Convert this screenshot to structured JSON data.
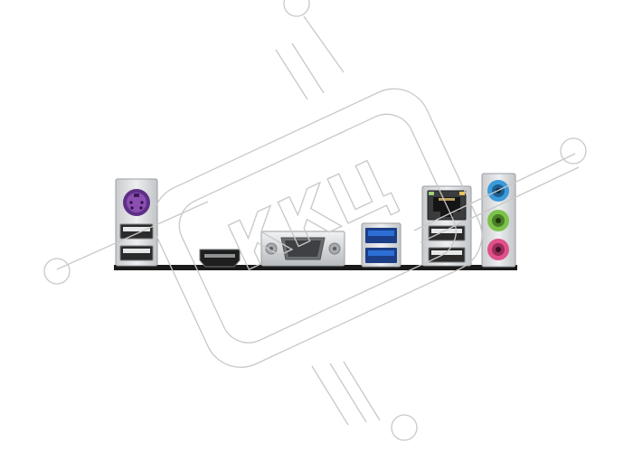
{
  "watermark": {
    "text": "ККЦ",
    "color": "#c8c8c8"
  },
  "io_panel": {
    "ports": [
      {
        "type": "ps2-combo",
        "count": 1,
        "color": "#8a4fb0"
      },
      {
        "type": "usb-2.0",
        "count": 2
      },
      {
        "type": "hdmi",
        "count": 1
      },
      {
        "type": "vga-dsub",
        "count": 1
      },
      {
        "type": "usb-3.0",
        "count": 2,
        "color": "#2d6fd6"
      },
      {
        "type": "rj45-lan",
        "count": 1
      },
      {
        "type": "usb-2.0",
        "count": 2
      },
      {
        "type": "audio-jack",
        "count": 3,
        "colors": [
          "#3a9ad9",
          "#7cc24a",
          "#e0508a"
        ]
      }
    ],
    "backplate_color": "#1a1a1a",
    "shield_color": "#d9dadc"
  }
}
